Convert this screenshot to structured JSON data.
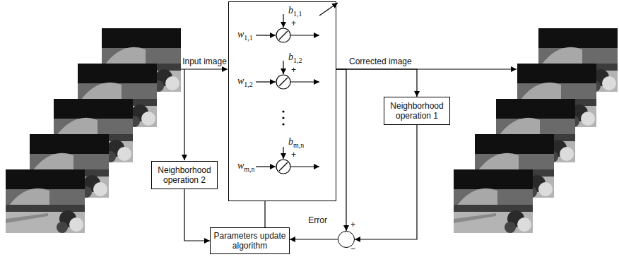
{
  "diagram": {
    "nodes": [
      {
        "text": [
          "w1,1",
          "b1,1",
          "w1,2",
          "b1,2",
          "wm,n",
          "bm,n"
        ]
      },
      {
        "text": [
          "Neighborhood operation 2"
        ]
      },
      {
        "text": [
          "Neighborhood operation 1"
        ]
      },
      {
        "text": [
          "Parameters update algorithm"
        ]
      },
      {
        "text": [
          "+",
          "−"
        ]
      }
    ],
    "edges": [
      {
        "from": 1,
        "to": 3,
        "arrow": "to"
      },
      {
        "from": 0,
        "to": 3,
        "arrow": "none"
      },
      {
        "from": 0,
        "to": 2,
        "arrow": "to"
      },
      {
        "from": 0,
        "to": 4,
        "arrow": "to"
      },
      {
        "from": 2,
        "to": 4,
        "arrow": "to"
      },
      {
        "from": 4,
        "to": 3,
        "label": "Error",
        "arrow": "to"
      }
    ],
    "labels": [
      "Input image",
      "Corrected image",
      "+",
      "+",
      "+"
    ]
  }
}
